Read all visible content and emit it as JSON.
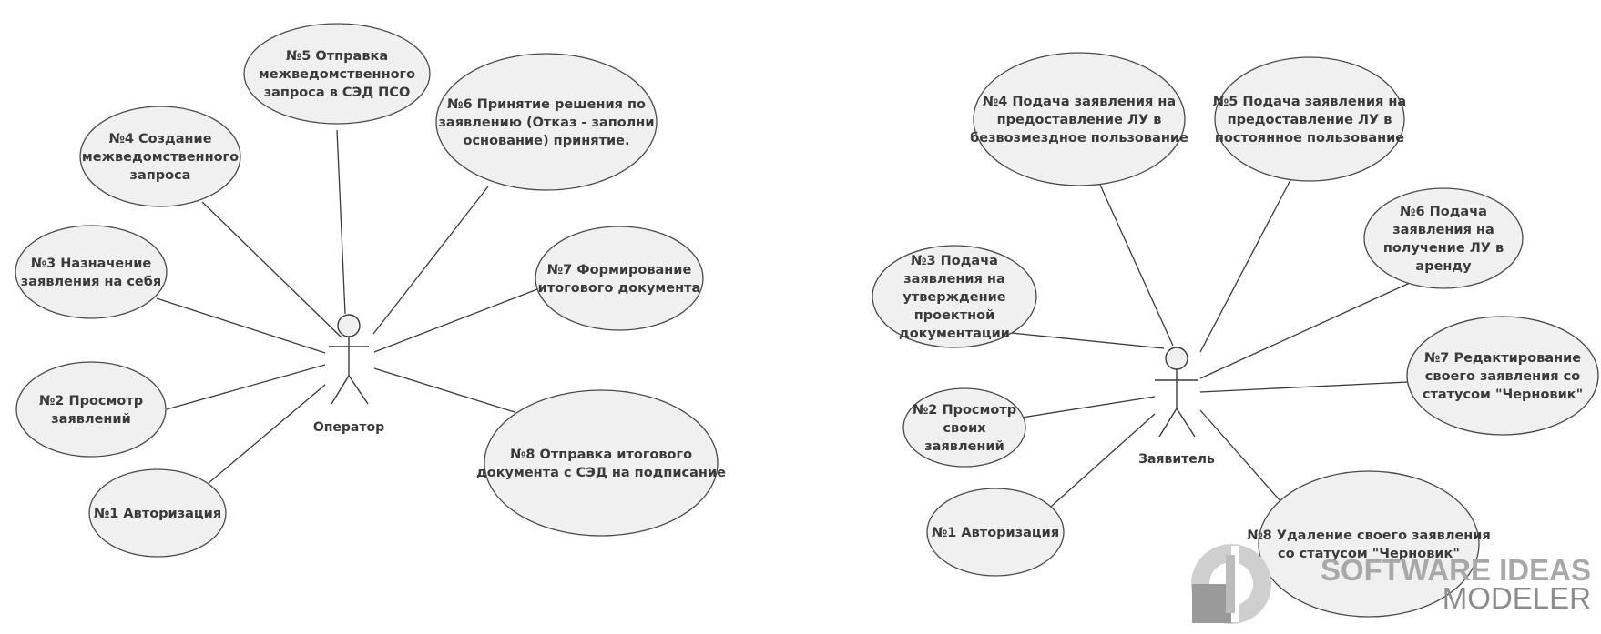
{
  "diagram": {
    "left": {
      "actor": "Оператор",
      "use_cases": [
        {
          "id": "op-uc5",
          "lines": [
            "№5 Отправка",
            "межведомственного",
            "запроса в СЭД ПСО"
          ]
        },
        {
          "id": "op-uc6",
          "lines": [
            "№6 Принятие решения по",
            "заявлению (Отказ - заполни",
            "основание) принятие."
          ]
        },
        {
          "id": "op-uc4",
          "lines": [
            "№4 Создание",
            "межведомственного",
            "запроса"
          ]
        },
        {
          "id": "op-uc3",
          "lines": [
            "№3 Назначение",
            "заявления на себя"
          ]
        },
        {
          "id": "op-uc7",
          "lines": [
            "№7 Формирование",
            "итогового документа"
          ]
        },
        {
          "id": "op-uc2",
          "lines": [
            "№2 Просмотр",
            "заявлений"
          ]
        },
        {
          "id": "op-uc8",
          "lines": [
            "№8 Отправка итогового",
            "документа с СЭД на подписание"
          ]
        },
        {
          "id": "op-uc1",
          "lines": [
            "№1 Авторизация"
          ]
        }
      ]
    },
    "right": {
      "actor": "Заявитель",
      "use_cases": [
        {
          "id": "ap-uc4",
          "lines": [
            "№4 Подача заявления на",
            "предоставление ЛУ в",
            "безвозмездное пользование"
          ]
        },
        {
          "id": "ap-uc5",
          "lines": [
            "№5 Подача заявления на",
            "предоставление ЛУ в",
            "постоянное пользование"
          ]
        },
        {
          "id": "ap-uc6",
          "lines": [
            "№6 Подача",
            "заявления на",
            "получение ЛУ в",
            "аренду"
          ]
        },
        {
          "id": "ap-uc3",
          "lines": [
            "№3 Подача",
            "заявления на",
            "утверждение",
            "проектной",
            "документации"
          ]
        },
        {
          "id": "ap-uc7",
          "lines": [
            "№7 Редактирование",
            "своего заявления со",
            "статусом \"Черновик\""
          ]
        },
        {
          "id": "ap-uc2",
          "lines": [
            "№2 Просмотр",
            "своих",
            "заявлений"
          ]
        },
        {
          "id": "ap-uc1",
          "lines": [
            "№1 Авторизация"
          ]
        },
        {
          "id": "ap-uc8",
          "lines": [
            "№8 Удаление своего заявления",
            "со статусом \"Черновик\""
          ]
        }
      ]
    },
    "watermark": {
      "line1": "SOFTWARE IDEAS",
      "line2": "MODELER"
    }
  }
}
